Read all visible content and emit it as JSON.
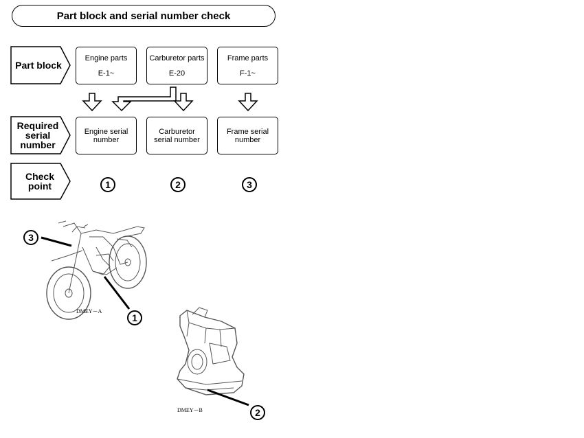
{
  "title": "Part block and serial number check",
  "rows": {
    "part_block_label": "Part block",
    "required_serial_label": "Required serial number",
    "check_point_label": "Check point"
  },
  "part_blocks": [
    {
      "name": "Engine parts",
      "code": "E-1~"
    },
    {
      "name": "Carburetor parts",
      "code": "E-20"
    },
    {
      "name": "Frame parts",
      "code": "F-1~"
    }
  ],
  "serial_numbers": [
    "Engine serial number",
    "Carburetor serial number",
    "Frame serial number"
  ],
  "check_points": [
    "1",
    "2",
    "3"
  ],
  "illustrations": {
    "motorcycle_caption": "DMEY－A",
    "carburetor_caption": "DMEY－B",
    "motorcycle_callouts": [
      "3",
      "1"
    ],
    "carburetor_callout": "2"
  }
}
